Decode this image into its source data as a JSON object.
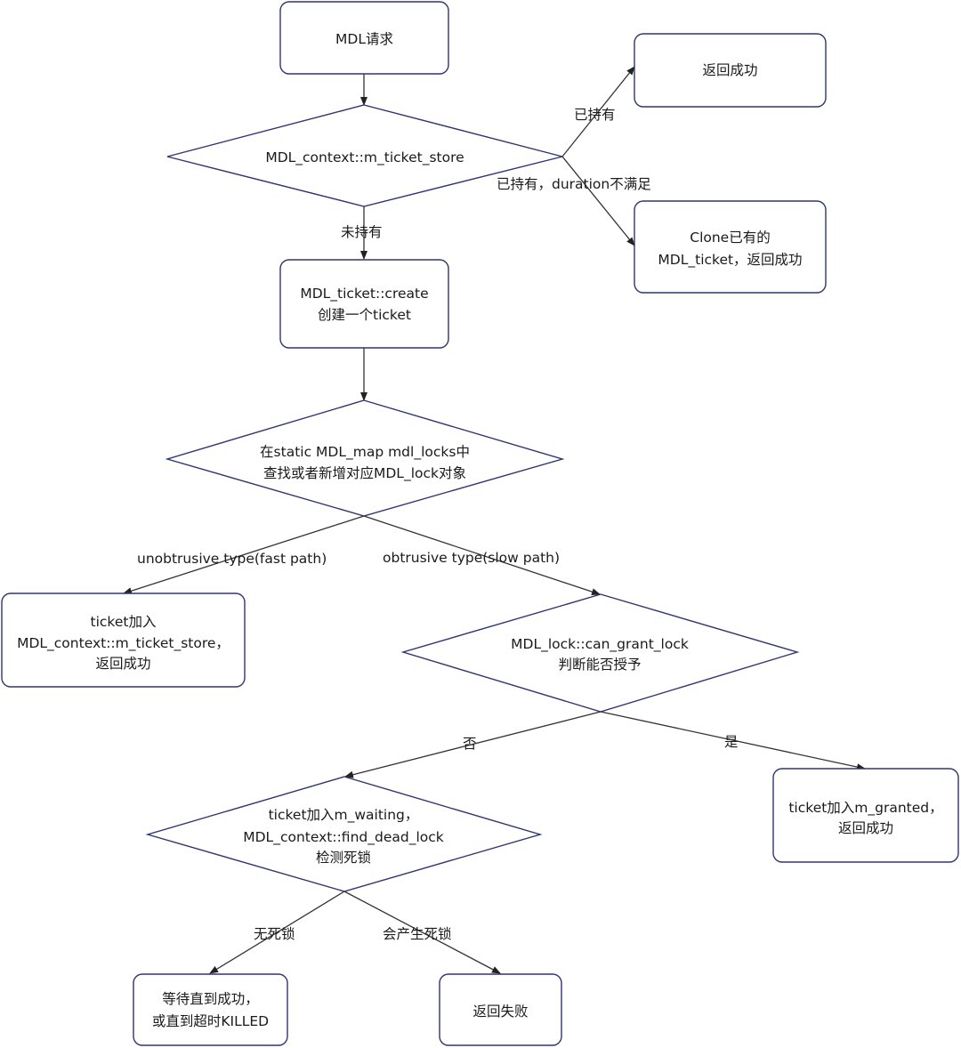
{
  "nodes": {
    "mdl_request": "MDL请求",
    "ticket_store_check": "MDL_context::m_ticket_store",
    "return_success_held": "返回成功",
    "clone_ticket_line1": "Clone已有的",
    "clone_ticket_line2": "MDL_ticket，返回成功",
    "ticket_create_line1": "MDL_ticket::create",
    "ticket_create_line2": "创建一个ticket",
    "mdl_map_line1": "在static MDL_map mdl_locks中",
    "mdl_map_line2": "查找或者新增对应MDL_lock对象",
    "fast_path_line1": "ticket加入",
    "fast_path_line2": "MDL_context::m_ticket_store，",
    "fast_path_line3": "返回成功",
    "can_grant_line1": "MDL_lock::can_grant_lock",
    "can_grant_line2": "判断能否授予",
    "granted_line1": "ticket加入m_granted，",
    "granted_line2": "返回成功",
    "waiting_line1": "ticket加入m_waiting，",
    "waiting_line2": "MDL_context::find_dead_lock",
    "waiting_line3": "检测死锁",
    "wait_line1": "等待直到成功，",
    "wait_line2": "或直到超时KILLED",
    "return_fail": "返回失败"
  },
  "edges": {
    "held": "已持有",
    "held_duration": "已持有，duration不满足",
    "not_held": "未持有",
    "unobtrusive": "unobtrusive type(fast path)",
    "obtrusive": "obtrusive type(slow path)",
    "no": "否",
    "yes": "是",
    "no_deadlock": "无死锁",
    "deadlock": "会产生死锁"
  },
  "colors": {
    "node_border": "#2e3570",
    "edge": "#333333"
  }
}
